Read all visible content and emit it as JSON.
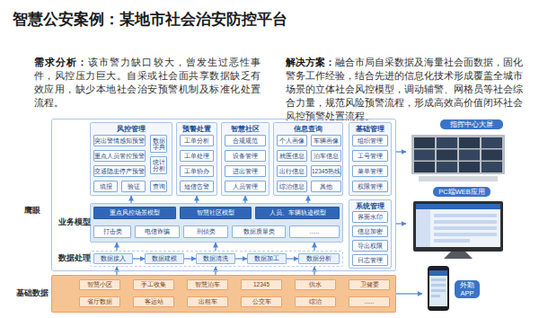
{
  "diagram": {
    "title": "智慧公安案例：某地市社会治安防控平台",
    "nodes": [
      {
        "text": [
          "鹰眼"
        ]
      },
      {
        "text": [
          "风控管理"
        ],
        "in": 0
      },
      {
        "text": [
          "突出警情感知预警"
        ],
        "in": 1
      },
      {
        "text": [
          "重点人员管控预警"
        ],
        "in": 1
      },
      {
        "text": [
          "交通隐患停产预警"
        ],
        "in": 1
      },
      {
        "text": [
          "填报"
        ],
        "in": 1
      },
      {
        "text": [
          "验证"
        ],
        "in": 1
      },
      {
        "text": [
          "数据字典"
        ],
        "in": 1
      },
      {
        "text": [
          "统计分析"
        ],
        "in": 1
      },
      {
        "text": [
          "查询"
        ],
        "in": 1
      },
      {
        "text": [
          "预警处置"
        ],
        "in": 0
      },
      {
        "text": [
          "工单分析"
        ],
        "in": 10
      },
      {
        "text": [
          "工单处理"
        ],
        "in": 10
      },
      {
        "text": [
          "工单协办"
        ],
        "in": 10
      },
      {
        "text": [
          "短信告警"
        ],
        "in": 10
      },
      {
        "text": [
          "智慧社区"
        ],
        "in": 0
      },
      {
        "text": [
          "合规规范"
        ],
        "in": 15
      },
      {
        "text": [
          "设备管理"
        ],
        "in": 15
      },
      {
        "text": [
          "进出管理"
        ],
        "in": 15
      },
      {
        "text": [
          "人员管理"
        ],
        "in": 15
      },
      {
        "text": [
          "信息查询"
        ],
        "in": 0
      },
      {
        "text": [
          "个人画像"
        ],
        "in": 20
      },
      {
        "text": [
          "车辆画像"
        ],
        "in": 20
      },
      {
        "text": [
          "就医信息"
        ],
        "in": 20
      },
      {
        "text": [
          "泊车信息"
        ],
        "in": 20
      },
      {
        "text": [
          "出行信息"
        ],
        "in": 20
      },
      {
        "text": [
          "12345热线"
        ],
        "in": 20
      },
      {
        "text": [
          "综治信息"
        ],
        "in": 20
      },
      {
        "text": [
          "其他"
        ],
        "in": 20
      },
      {
        "text": [
          "基础管理"
        ],
        "in": 0
      },
      {
        "text": [
          "组织管理"
        ],
        "in": 29
      },
      {
        "text": [
          "工号管理"
        ],
        "in": 29
      },
      {
        "text": [
          "菜单管理"
        ],
        "in": 29
      },
      {
        "text": [
          "权限管理"
        ],
        "in": 29
      },
      {
        "text": [
          "业务模型"
        ],
        "in": 0
      },
      {
        "text": [
          "重点风控场景模型"
        ],
        "in": 34
      },
      {
        "text": [
          "智慧社区模型"
        ],
        "in": 34
      },
      {
        "text": [
          "人员、车辆轨迹模型"
        ],
        "in": 34
      },
      {
        "text": [
          "打击类"
        ],
        "in": 34
      },
      {
        "text": [
          "电信诈骗"
        ],
        "in": 34
      },
      {
        "text": [
          "刑侦类"
        ],
        "in": 34
      },
      {
        "text": [
          "数据质量类"
        ],
        "in": 34
      },
      {
        "text": [
          "......"
        ],
        "in": 34
      },
      {
        "text": [
          "系统管理"
        ],
        "in": 0
      },
      {
        "text": [
          "界面水印"
        ],
        "in": 43
      },
      {
        "text": [
          "信息加密"
        ],
        "in": 43
      },
      {
        "text": [
          "导出权限"
        ],
        "in": 43
      },
      {
        "text": [
          "日志管理"
        ],
        "in": 43
      },
      {
        "text": [
          "数据处理"
        ],
        "in": 0
      },
      {
        "text": [
          "数据接入"
        ],
        "in": 48
      },
      {
        "text": [
          "数据建模"
        ],
        "in": 48
      },
      {
        "text": [
          "数据清洗"
        ],
        "in": 48
      },
      {
        "text": [
          "数据加工"
        ],
        "in": 48
      },
      {
        "text": [
          "数据分析"
        ],
        "in": 48
      },
      {
        "text": [
          "基础数据"
        ]
      },
      {
        "text": [
          "智慧小区"
        ],
        "in": 54
      },
      {
        "text": [
          "手工收集"
        ],
        "in": 54
      },
      {
        "text": [
          "智慧泊车"
        ],
        "in": 54
      },
      {
        "text": [
          "12345"
        ],
        "in": 54
      },
      {
        "text": [
          "供水"
        ],
        "in": 54
      },
      {
        "text": [
          "卫健委"
        ],
        "in": 54
      },
      {
        "text": [
          "省厅数据"
        ],
        "in": 54
      },
      {
        "text": [
          "客运站"
        ],
        "in": 54
      },
      {
        "text": [
          "出租车"
        ],
        "in": 54
      },
      {
        "text": [
          "公交车"
        ],
        "in": 54
      },
      {
        "text": [
          "综治"
        ],
        "in": 54
      },
      {
        "text": [
          "......"
        ],
        "in": 54
      },
      {
        "text": [
          "指挥中心大屏"
        ]
      },
      {
        "text": [
          "PC端WEB应用"
        ]
      },
      {
        "text": [
          "外勤APP"
        ]
      }
    ],
    "edges": [
      {
        "from": 0,
        "to": 67,
        "arrow": "to"
      },
      {
        "from": 0,
        "to": 68,
        "arrow": "to"
      },
      {
        "from": 54,
        "to": 69,
        "arrow": "to"
      },
      {
        "from": 34,
        "to": 1,
        "arrow": "to"
      },
      {
        "from": 34,
        "to": 10,
        "arrow": "to"
      },
      {
        "from": 34,
        "to": 15,
        "arrow": "to"
      },
      {
        "from": 34,
        "to": 20,
        "arrow": "to"
      },
      {
        "from": 48,
        "to": 34,
        "arrow": "to"
      },
      {
        "from": 48,
        "to": 34,
        "arrow": "to"
      },
      {
        "from": 48,
        "to": 34,
        "arrow": "to"
      },
      {
        "from": 54,
        "to": 48,
        "arrow": "to"
      },
      {
        "from": 54,
        "to": 48,
        "arrow": "to"
      },
      {
        "from": 54,
        "to": 48,
        "arrow": "to"
      },
      {
        "from": 49,
        "to": 50,
        "arrow": "to"
      },
      {
        "from": 50,
        "to": 51,
        "arrow": "to"
      },
      {
        "from": 51,
        "to": 52,
        "arrow": "to"
      },
      {
        "from": 52,
        "to": 53,
        "arrow": "to"
      }
    ],
    "labels": [
      "需求分析：",
      "该市警力缺口较大，曾发生过恶性事件，风控压力巨大。自采或社会面共享数据缺乏有效应用，缺少本地社会治安预警机制及标准化处置流程。",
      "解决方案：",
      "融合市局自采数据及海量社会面数据，固化警务工作经验，结合先进的信息化技术形成覆盖全城市场景的立体社会风控模型，调动辅警、网格员等社会综合力量，规范风险预警流程，形成高效高价值闭环社会风控预警处置流程。"
    ]
  }
}
